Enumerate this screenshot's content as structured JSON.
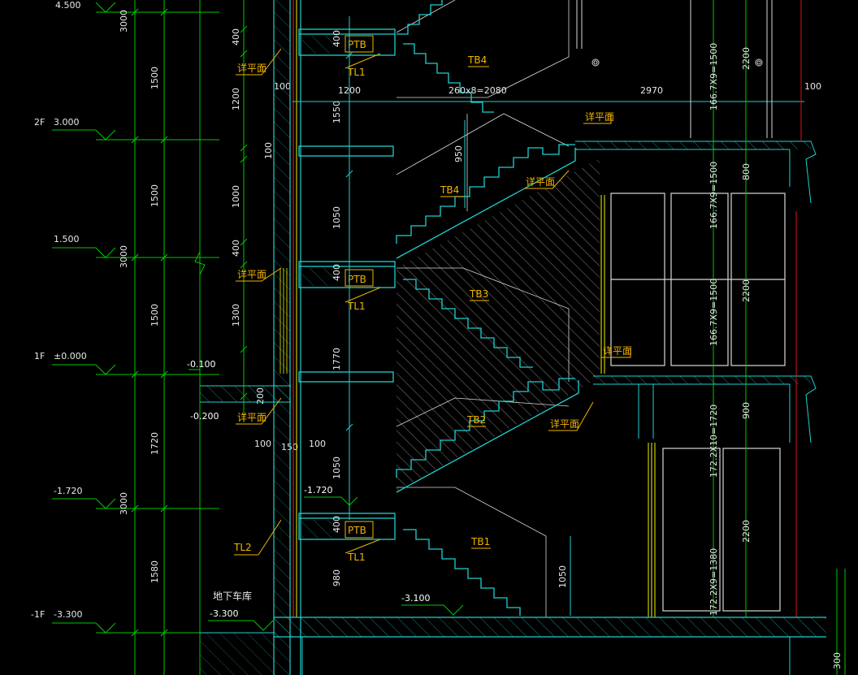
{
  "colors": {
    "background": "#000000",
    "wall_cyan": "#20d0d0",
    "dim_green": "#00c800",
    "annot_yellow": "#f2b400",
    "red_line": "#e01010",
    "yellow_line": "#f0f000",
    "white": "#e8e8e8"
  },
  "levels": {
    "l_top": "4.500",
    "f2_tag": "2F",
    "f2": "3.000",
    "mid1": "1.500",
    "f1_tag": "1F",
    "f1": "±0.000",
    "mid2": "-1.720",
    "b1_tag": "-1F",
    "b1": "-3.300",
    "m0100": "-0.100",
    "m0200": "-0.200",
    "m1720b": "-1.720",
    "m3100": "-3.100",
    "m3300": "-3.300"
  },
  "dims": {
    "d3000a": "3000",
    "d1500a": "1500",
    "d1500b": "1500",
    "d3000b": "3000",
    "d1500c": "1500",
    "d1720": "1720",
    "d3000c": "3000",
    "d1580": "1580",
    "w400a": "400",
    "w1200v": "1200",
    "w100a": "100",
    "w1000": "1000",
    "w400b": "400",
    "w1300": "1300",
    "w200": "200",
    "w100h": "100",
    "w150h": "150",
    "w100h2": "100",
    "w1200h": "1200",
    "w100b": "100",
    "s400a": "400",
    "s1550": "1550",
    "s1050a": "1050",
    "s400b": "400",
    "s1770": "1770",
    "s1050b": "1050",
    "s400c": "400",
    "s980": "980",
    "run_tb4": "260x8=2080",
    "d950": "950",
    "d1050c": "1050",
    "d2970": "2970",
    "d100r": "100",
    "r1": "166.7X9=1500",
    "r2": "166.7X9=1500",
    "r3": "166.7X9=1500",
    "r4": "172.2X10=1720",
    "r5": "172.2X9=1380",
    "h2200a": "2200",
    "h800": "800",
    "h2200b": "2200",
    "h900": "900",
    "h2200c": "2200",
    "d300": "300"
  },
  "labels": {
    "ptb1": "PTB",
    "ptb2": "PTB",
    "ptb3": "PTB",
    "tl1a": "TL1",
    "tl1b": "TL1",
    "tl1c": "TL1",
    "tl2": "TL2",
    "tb1": "TB1",
    "tb2": "TB2",
    "tb3": "TB3",
    "tb4a": "TB4",
    "tb4b": "TB4",
    "detail": "详平面",
    "garage": "地下车库"
  }
}
